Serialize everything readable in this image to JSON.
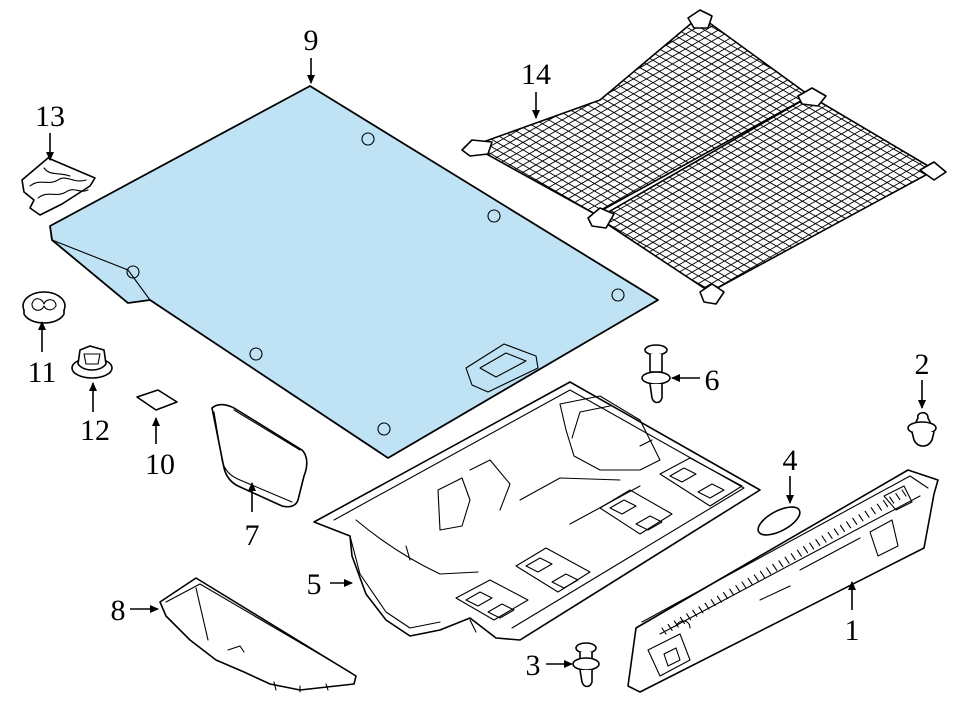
{
  "highlight_color": "#bfe3f5",
  "callouts": {
    "c1": "1",
    "c2": "2",
    "c3": "3",
    "c4": "4",
    "c5": "5",
    "c6": "6",
    "c7": "7",
    "c8": "8",
    "c9": "9",
    "c10": "10",
    "c11": "11",
    "c12": "12",
    "c13": "13",
    "c14": "14"
  }
}
